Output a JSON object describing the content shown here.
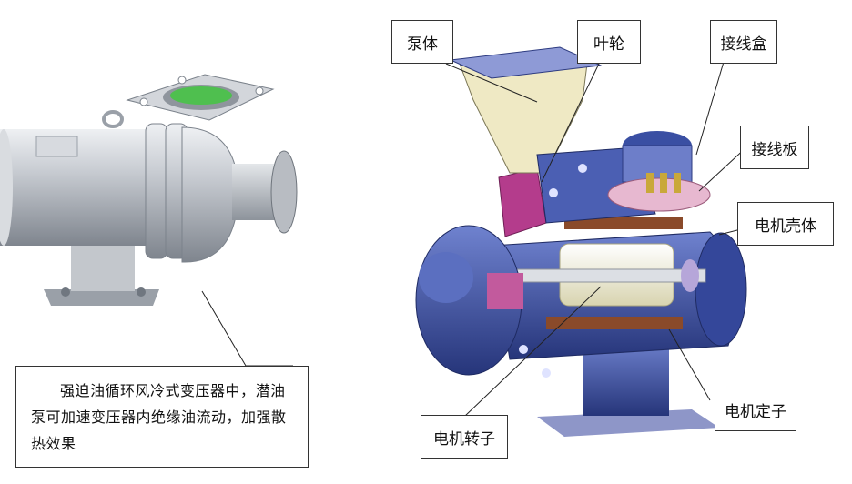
{
  "labels": {
    "pump_body": "泵体",
    "impeller": "叶轮",
    "junction_box": "接线盒",
    "terminal_board": "接线板",
    "motor_housing": "电机壳体",
    "motor_stator": "电机定子",
    "motor_rotor": "电机转子"
  },
  "caption": "强迫油循环风冷式变压器中，潜油泵可加速变压器内绝缘油流动，加强散热效果",
  "colors": {
    "pump_grey": "#c8ccd2",
    "housing_blue": "#3e53a6",
    "impeller_magenta": "#b43c8c",
    "stator_brown": "#8a4a2a",
    "rotor_cream": "#f2f0d8",
    "green_bore": "#4fbf4f"
  }
}
